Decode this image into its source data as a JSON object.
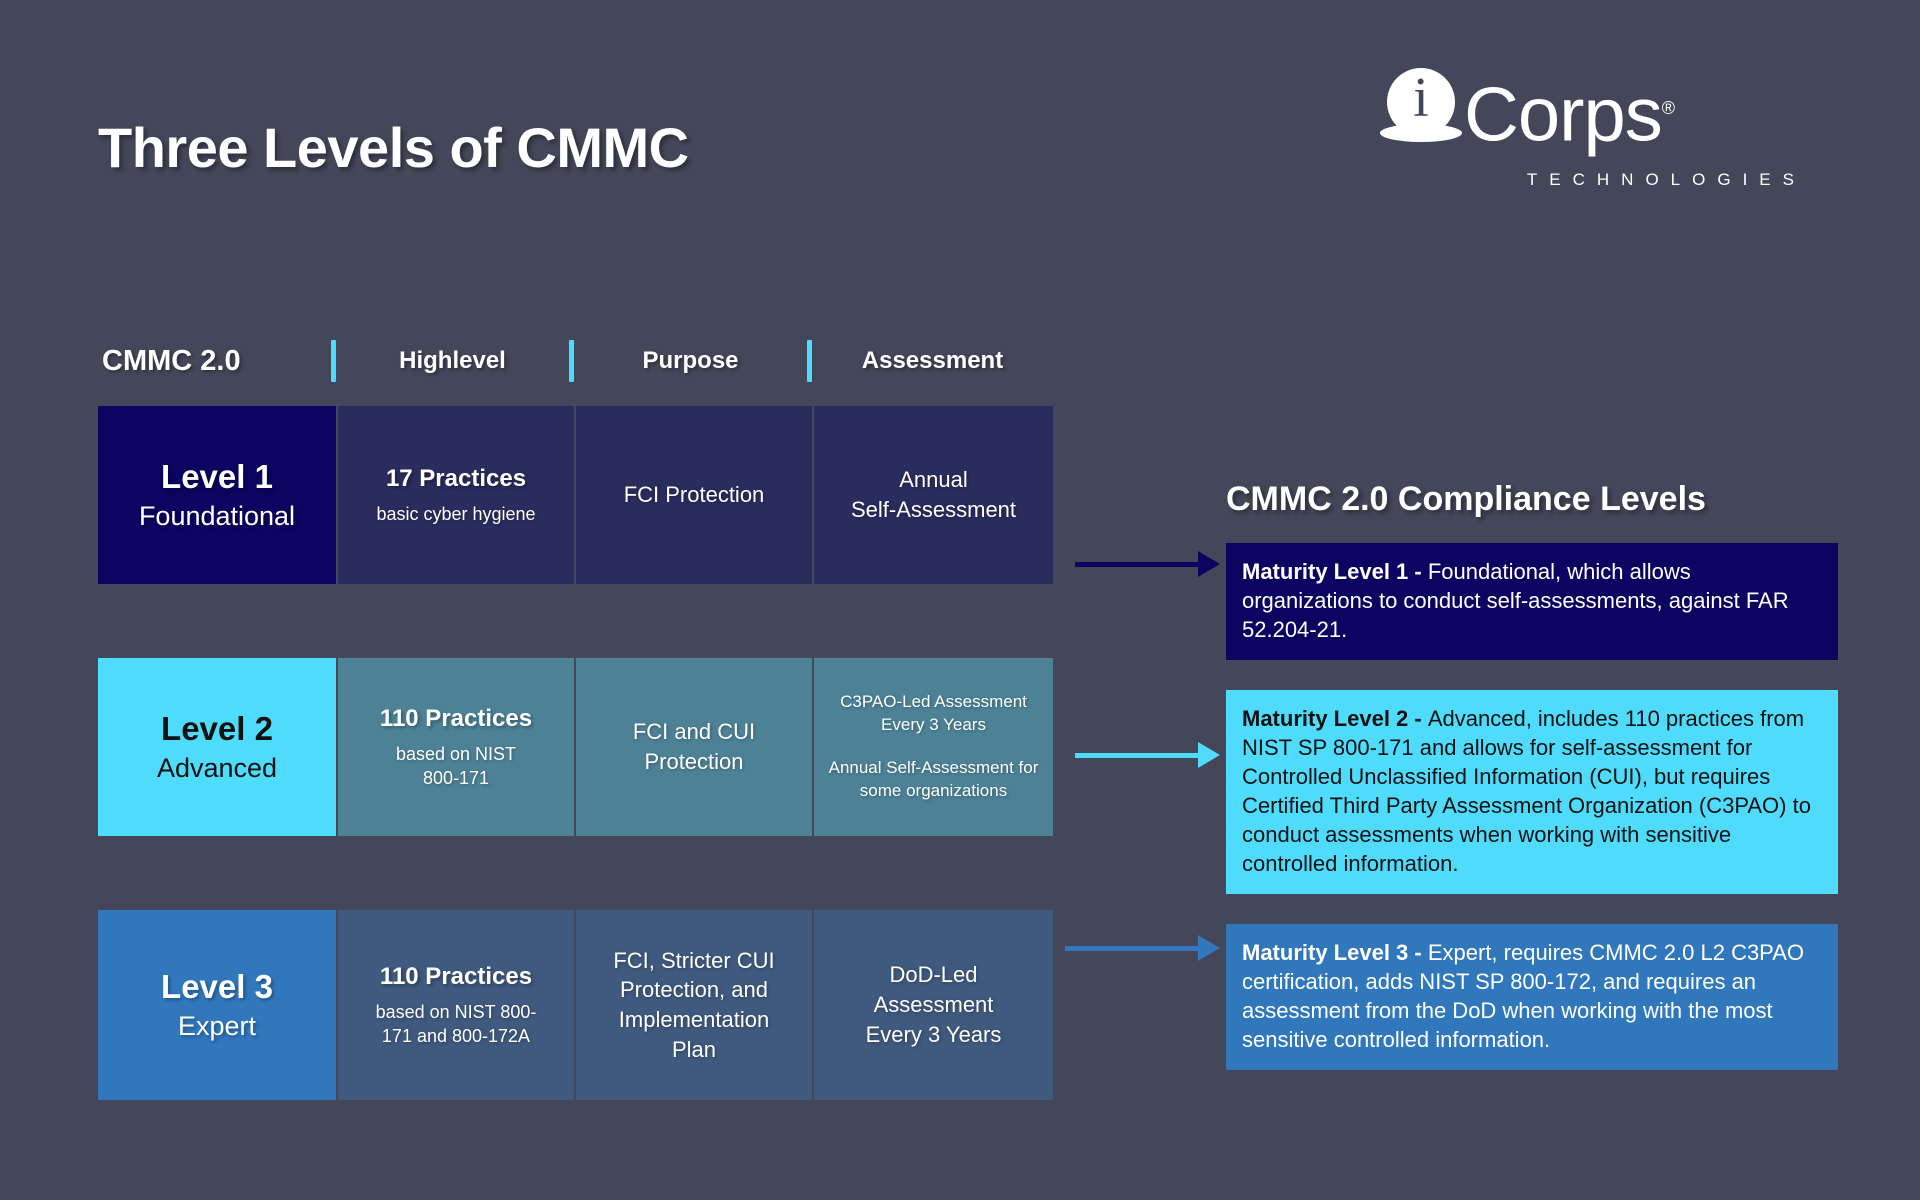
{
  "page": {
    "title": "Three Levels of CMMC",
    "background_color": "#434759"
  },
  "logo": {
    "mark_icon": "i-info-disc-icon",
    "mark_letter": "i",
    "wordmark": "Corps",
    "registered": "®",
    "tagline": "TECHNOLOGIES"
  },
  "matrix": {
    "headers": [
      {
        "label": "CMMC 2.0"
      },
      {
        "label": "Highlevel"
      },
      {
        "label": "Purpose"
      },
      {
        "label": "Assessment"
      }
    ],
    "divider_color": "#4FDCFC",
    "rows": [
      {
        "level_title": "Level 1",
        "level_subtitle": "Foundational",
        "accent_color": "#0B0460",
        "body_color": "#2A2C5E",
        "highlevel_strong": "17 Practices",
        "highlevel_small": "basic cyber hygiene",
        "purpose": "FCI Protection",
        "assessment_primary": "Annual\nSelf-Assessment",
        "assessment_secondary": ""
      },
      {
        "level_title": "Level 2",
        "level_subtitle": "Advanced",
        "accent_color": "#4FDCFC",
        "body_color": "#4D8296",
        "highlevel_strong": "110 Practices",
        "highlevel_small": "based on NIST\n800-171",
        "purpose": "FCI and CUI\nProtection",
        "assessment_primary": "C3PAO-Led Assessment\nEvery 3 Years",
        "assessment_secondary": "Annual Self-Assessment for\nsome organizations"
      },
      {
        "level_title": "Level 3",
        "level_subtitle": "Expert",
        "accent_color": "#3077BC",
        "body_color": "#3F5A7E",
        "highlevel_strong": "110 Practices",
        "highlevel_small": "based on NIST 800-\n171 and 800-172A",
        "purpose": "FCI, Stricter CUI\nProtection, and\nImplementation\nPlan",
        "assessment_primary": "DoD-Led\nAssessment\nEvery 3 Years",
        "assessment_secondary": ""
      }
    ]
  },
  "arrows": [
    {
      "name": "arrow-level-1",
      "color": "#0B0460"
    },
    {
      "name": "arrow-level-2",
      "color": "#4FDCFC"
    },
    {
      "name": "arrow-level-3",
      "color": "#3077BC"
    }
  ],
  "panel": {
    "title": "CMMC 2.0 Compliance Levels",
    "notes": [
      {
        "lead": "Maturity Level 1 - ",
        "body": " Foundational, which allows organizations to conduct self-assessments, against FAR 52.204-21.",
        "background_color": "#0B0460",
        "text_color": "#FFFFFF"
      },
      {
        "lead": "Maturity Level 2 - ",
        "body": " Advanced, includes 110 practices from NIST SP 800-171 and allows for self-assessment for Controlled Unclassified Information (CUI), but requires Certified Third Party Assessment Organization (C3PAO) to conduct assessments when working with sensitive controlled information.",
        "background_color": "#4FDCFC",
        "text_color": "#111111"
      },
      {
        "lead": "Maturity Level 3 - ",
        "body": " Expert, requires CMMC 2.0 L2 C3PAO certification, adds NIST SP 800-172, and requires an assessment from the DoD when working with the most sensitive controlled information.",
        "background_color": "#3077BC",
        "text_color": "#FFFFFF"
      }
    ]
  }
}
